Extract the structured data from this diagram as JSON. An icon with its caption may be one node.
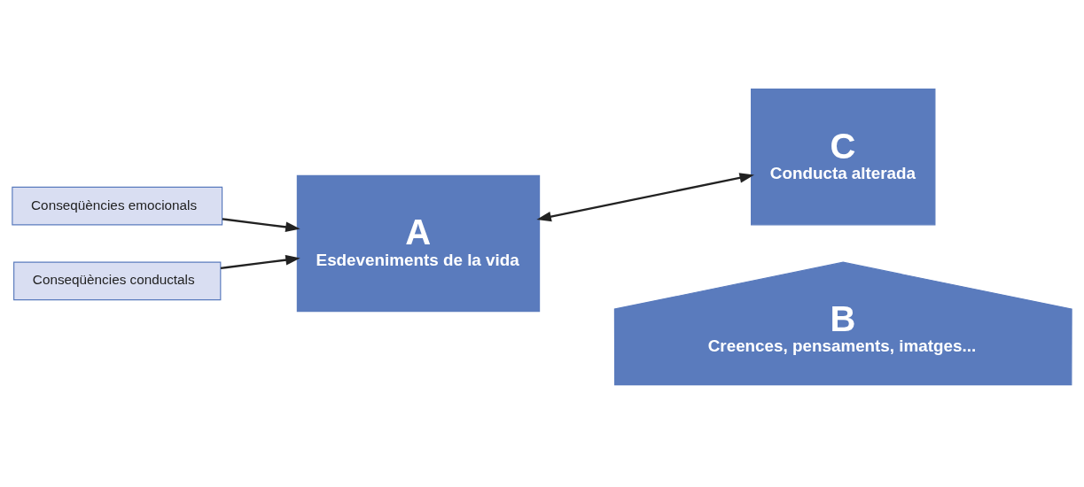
{
  "diagram": {
    "nodes": [
      {
        "text": [
          "Conseqüències emocionals"
        ]
      },
      {
        "text": [
          "Conseqüències conductals"
        ]
      },
      {
        "text": [
          "A",
          "Esdeveniments de la vida"
        ]
      },
      {
        "text": [
          "C",
          "Conducta alterada"
        ]
      },
      {
        "text": [
          "B",
          "Creences, pensaments, imatges..."
        ]
      }
    ],
    "edges": [
      {
        "from": 0,
        "to": 2,
        "arrow": "to"
      },
      {
        "from": 1,
        "to": 2,
        "arrow": "to"
      },
      {
        "from": 2,
        "to": 3,
        "arrow": "both"
      }
    ]
  }
}
